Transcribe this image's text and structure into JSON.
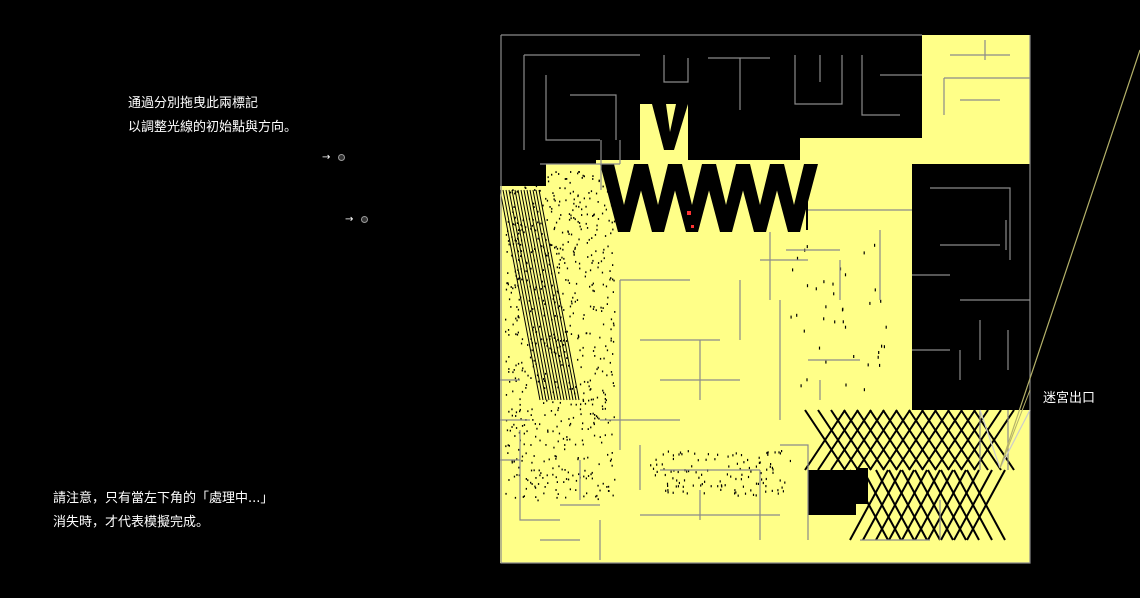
{
  "instructions": {
    "line1": "通過分別拖曳此兩標記",
    "line2": "以調整光線的初始點與方向。"
  },
  "handles": {
    "origin": {
      "arrow": "→",
      "icon": "circle-handle-icon"
    },
    "direction": {
      "arrow": "→",
      "icon": "circle-handle-icon"
    }
  },
  "warning": {
    "line1": "請注意，只有當左下角的「處理中...」",
    "line2": "消失時，才代表模擬完成。"
  },
  "maze": {
    "exit_label": "迷宮出口"
  },
  "colors": {
    "background": "#000000",
    "light_fill": "#ffff88",
    "wall": "#8a8a8a",
    "ray": "#b5b26a",
    "marker": "#ff3333",
    "text": "#ffffff"
  }
}
